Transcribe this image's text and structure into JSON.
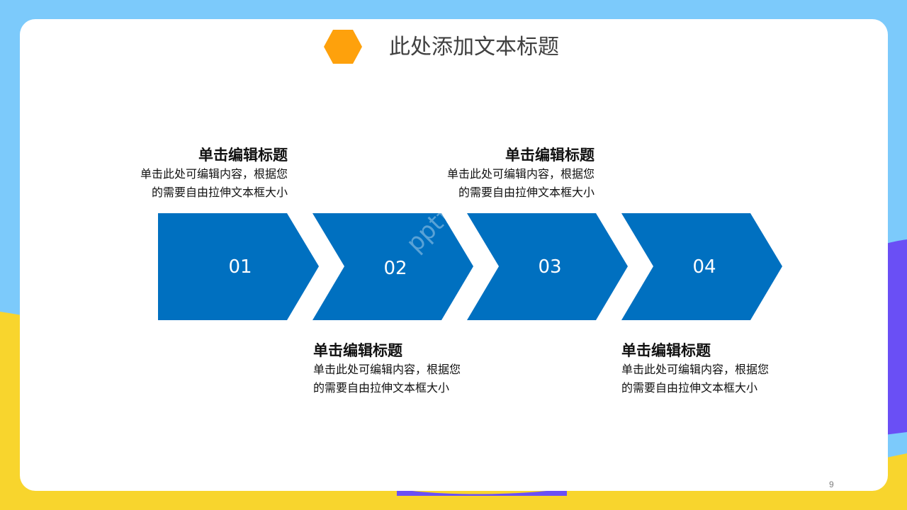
{
  "slide": {
    "title": "此处添加文本标题",
    "page_number": "9",
    "watermark": "ppt课堂"
  },
  "colors": {
    "background_blue": "#7ccafb",
    "background_yellow": "#f8d52d",
    "background_purple": "#6a4ff5",
    "accent_orange": "#fea10c",
    "chevron_blue": "#0070c0",
    "title_text": "#404040"
  },
  "steps": [
    {
      "number": "01",
      "heading": "单击编辑标题",
      "body_line1": "单击此处可编辑内容，根据您",
      "body_line2": "的需要自由拉伸文本框大小",
      "text_position": "above"
    },
    {
      "number": "02",
      "heading": "单击编辑标题",
      "body_line1": "单击此处可编辑内容，根据您",
      "body_line2": "的需要自由拉伸文本框大小",
      "text_position": "below"
    },
    {
      "number": "03",
      "heading": "单击编辑标题",
      "body_line1": "单击此处可编辑内容，根据您",
      "body_line2": "的需要自由拉伸文本框大小",
      "text_position": "above"
    },
    {
      "number": "04",
      "heading": "单击编辑标题",
      "body_line1": "单击此处可编辑内容，根据您",
      "body_line2": "的需要自由拉伸文本框大小",
      "text_position": "below"
    }
  ]
}
